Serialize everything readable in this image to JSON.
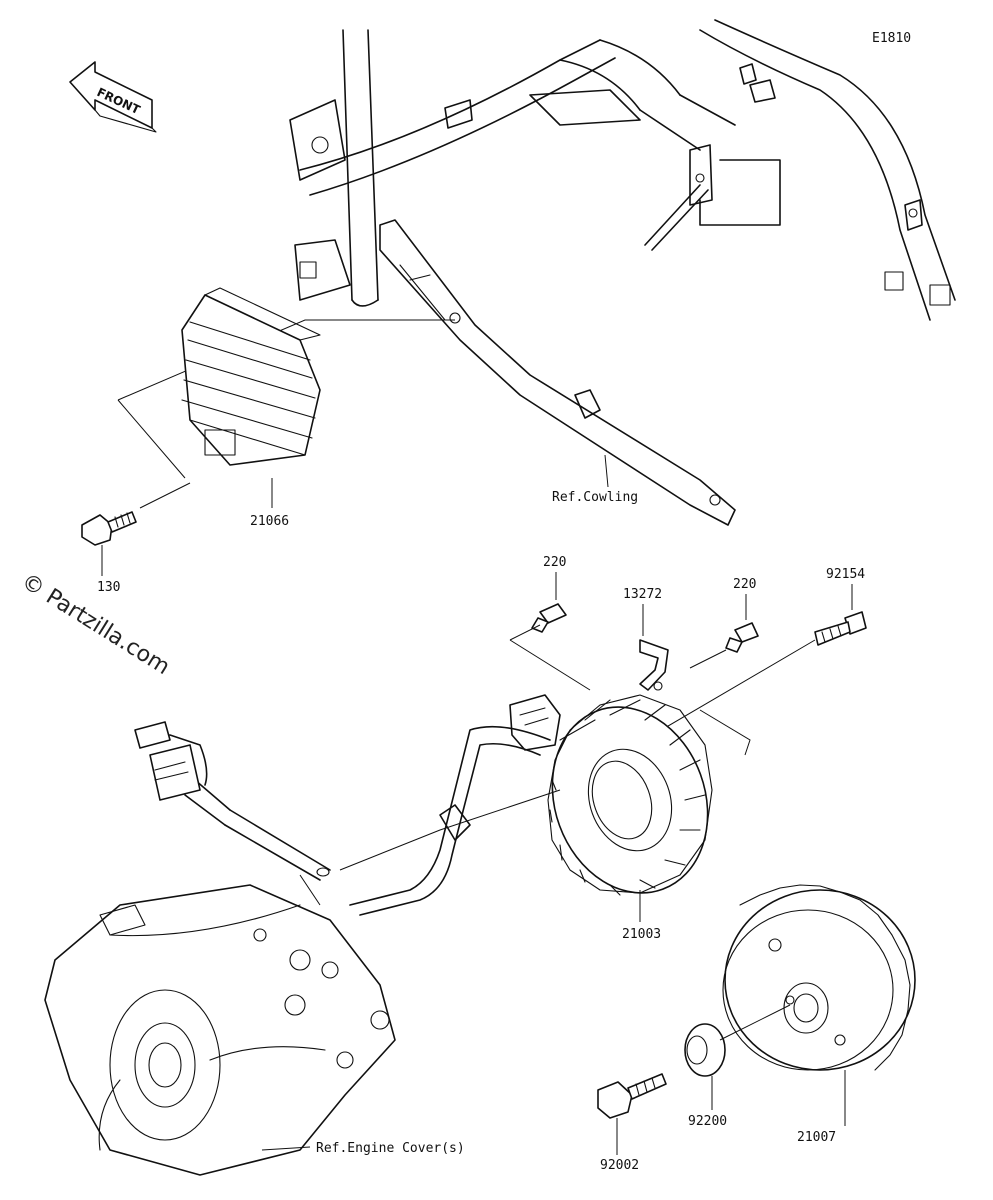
{
  "diagram_id": "E1810",
  "watermark": "© Partzilla.com",
  "front_arrow": "FRONT",
  "parts": {
    "regulator": "21066",
    "regulator_bolt": "130",
    "stator": "21003",
    "bolt_220_a": "220",
    "bolt_220_b": "220",
    "clamp": "13272",
    "flywheel_bolt_long": "92154",
    "rotor": "21007",
    "washer": "92200",
    "rotor_bolt": "92002"
  },
  "refs": {
    "cowling": "Ref.Cowling",
    "engine_cover": "Ref.Engine Cover(s)"
  }
}
